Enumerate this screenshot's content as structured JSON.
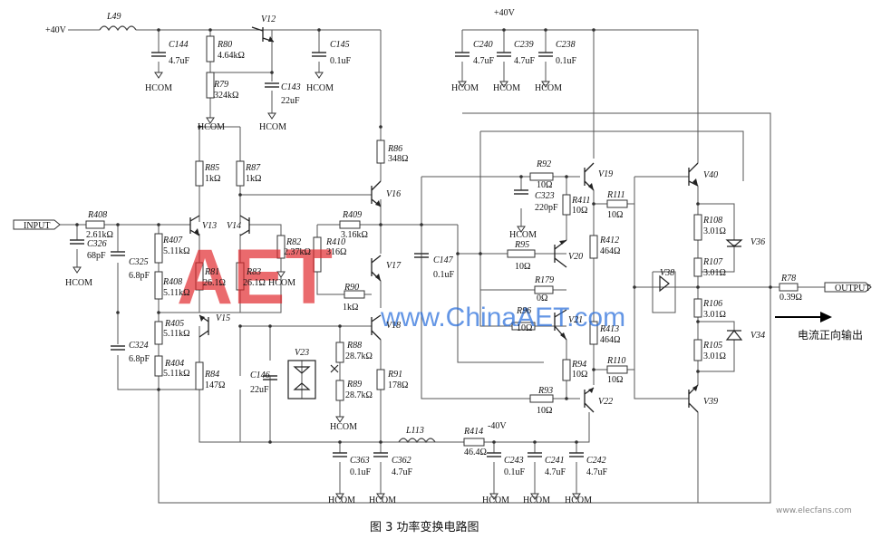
{
  "supplies": {
    "pos": "+40V",
    "pos2": "+40V",
    "neg": "-40V",
    "ground": "HCOM"
  },
  "ports": {
    "input": "INPUT",
    "output": "OUTPUT"
  },
  "components": {
    "L49": "L49",
    "C144": "C144",
    "C144v": "4.7uF",
    "R80": "R80",
    "R80v": "4.64kΩ",
    "V12": "V12",
    "C145": "C145",
    "C145v": "0.1uF",
    "R79": "R79",
    "R79v": "324kΩ",
    "C143": "C143",
    "C143v": "22uF",
    "C240": "C240",
    "C240v": "4.7uF",
    "C239": "C239",
    "C239v": "4.7uF",
    "C238": "C238",
    "C238v": "0.1uF",
    "R86": "R86",
    "R86v": "348Ω",
    "V16": "V16",
    "R85": "R85",
    "R85v": "1kΩ",
    "R87": "R87",
    "R87v": "1kΩ",
    "R408": "R408",
    "R408v": "2.61kΩ",
    "C326": "C326",
    "C326v": "68pF",
    "C325": "C325",
    "C325v": "6.8pF",
    "V13": "V13",
    "V14": "V14",
    "R407": "R407",
    "R407v": "5.11kΩ",
    "R408b": "R408",
    "R408bv": "5.11kΩ",
    "R82": "R82",
    "R82v": "2.37kΩ",
    "R410": "R410",
    "R410v": "316Ω",
    "R409": "R409",
    "R409v": "3.16kΩ",
    "R81": "R81",
    "R81v": "26.1Ω",
    "R83": "R83",
    "R83v": "26.1Ω",
    "V17": "V17",
    "C147": "C147",
    "C147v": "0.1uF",
    "R90": "R90",
    "R90v": "1kΩ",
    "V15": "V15",
    "V18": "V18",
    "R405": "R405",
    "R405v": "5.11kΩ",
    "C324": "C324",
    "C324v": "6.8pF",
    "R404": "R404",
    "R404v": "5.11kΩ",
    "R84": "R84",
    "R84v": "147Ω",
    "C146": "C146",
    "C146v": "22uF",
    "V23": "V23",
    "R88": "R88",
    "R88v": "28.7kΩ",
    "R89": "R89",
    "R89v": "28.7kΩ",
    "R91": "R91",
    "R91v": "178Ω",
    "L113": "L113",
    "R414": "R414",
    "R414v": "46.4Ω",
    "C363": "C363",
    "C363v": "0.1uF",
    "C362": "C362",
    "C362v": "4.7uF",
    "C243": "C243",
    "C243v": "0.1uF",
    "C241": "C241",
    "C241v": "4.7uF",
    "C242": "C242",
    "C242v": "4.7uF",
    "R92": "R92",
    "R92v": "10Ω",
    "C323": "C323",
    "C323v": "220pF",
    "R411": "R411",
    "R411v": "10Ω",
    "V19": "V19",
    "R95": "R95",
    "R95v": "10Ω",
    "R412": "R412",
    "R412v": "464Ω",
    "V20": "V20",
    "R179": "R179",
    "R179v": "0Ω",
    "R96": "R96",
    "R96v": "10Ω",
    "V21": "V21",
    "R413": "R413",
    "R413v": "464Ω",
    "R94": "R94",
    "R94v": "10Ω",
    "R93": "R93",
    "R93v": "10Ω",
    "V22": "V22",
    "R111": "R111",
    "R111v": "10Ω",
    "R110": "R110",
    "R110v": "10Ω",
    "V38": "V38",
    "V40": "V40",
    "V39": "V39",
    "R108": "R108",
    "R108v": "3.01Ω",
    "R107": "R107",
    "R107v": "3.01Ω",
    "R106": "R106",
    "R106v": "3.01Ω",
    "R105": "R105",
    "R105v": "3.01Ω",
    "V36": "V36",
    "V34": "V34",
    "R78": "R78",
    "R78v": "0.39Ω"
  },
  "direction_label": "电流正向输出",
  "caption": "图 3  功率变换电路图",
  "watermark": {
    "text": "www.ChinaAET.com",
    "logo": "AET",
    "logo_color": "#e0252a",
    "text_color": "#2a6fdc"
  },
  "footer_watermark": "www.elecfans.com"
}
